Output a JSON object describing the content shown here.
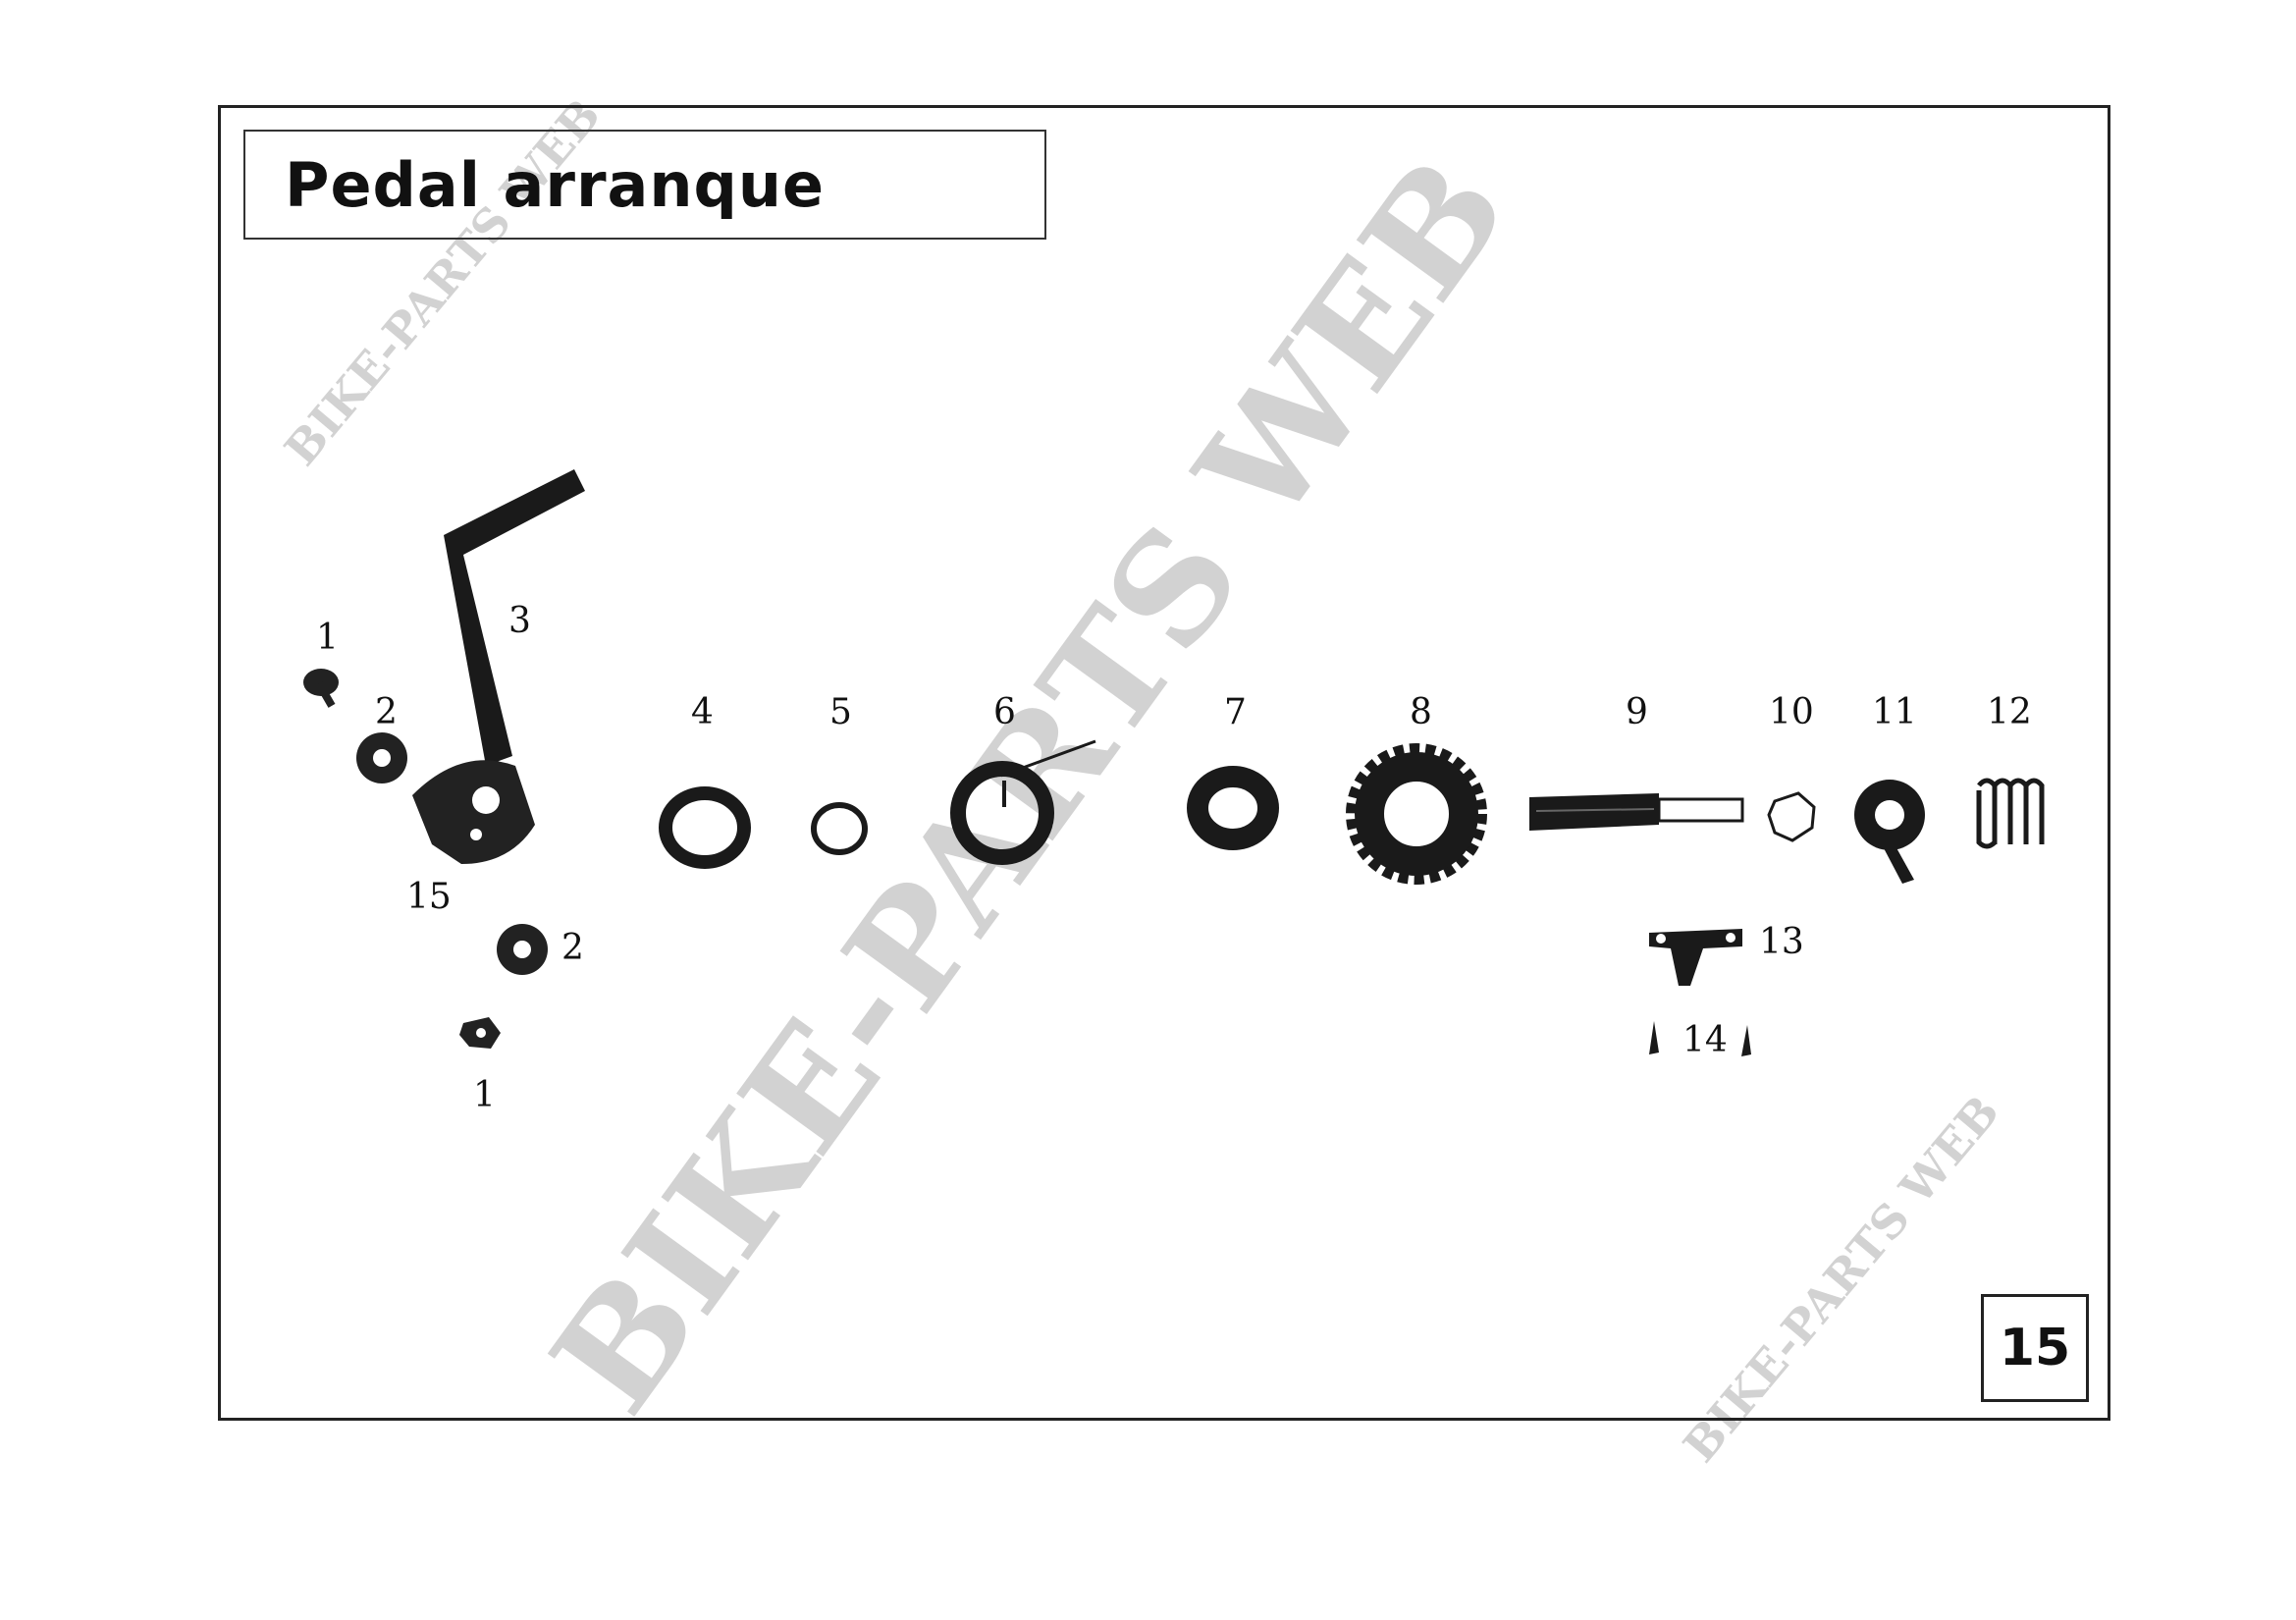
{
  "title": "Pedal arranque",
  "page_number": "15",
  "watermark": {
    "main": "BIKE-PARTS WEB",
    "small_top": "BIKE-PARTS WEB",
    "small_bottom": "BIKE-PARTS WEB"
  },
  "callouts": {
    "c1a": "1",
    "c1b": "1",
    "c2a": "2",
    "c2b": "2",
    "c3": "3",
    "c4": "4",
    "c5": "5",
    "c6": "6",
    "c7": "7",
    "c8": "8",
    "c9": "9",
    "c10": "10",
    "c11": "11",
    "c12": "12",
    "c13": "13",
    "c14": "14",
    "c15": "15"
  }
}
